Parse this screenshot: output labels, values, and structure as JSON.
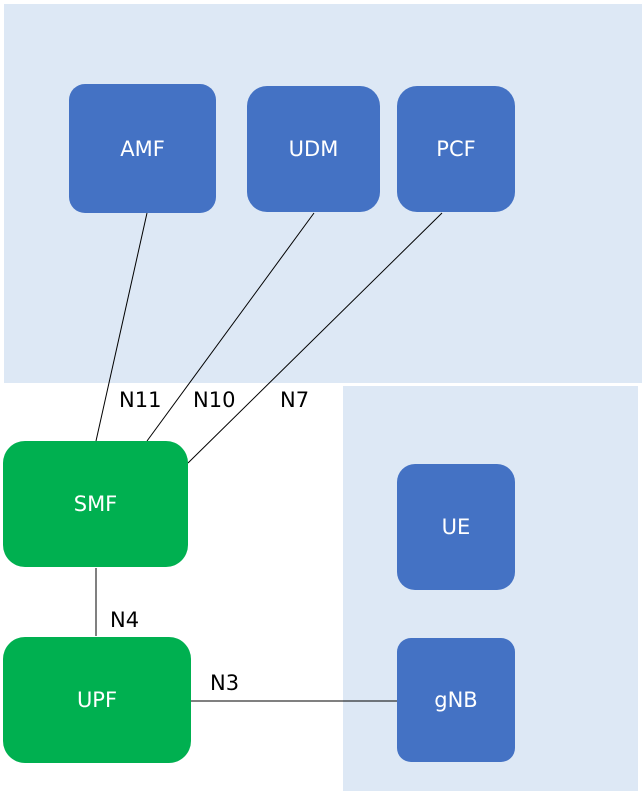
{
  "colors": {
    "region_fill": "#dde8f5",
    "blue_node": "#4472c4",
    "green_node": "#00b050",
    "node_text": "#ffffff",
    "line": "#000000"
  },
  "nodes": {
    "amf": "AMF",
    "udm": "UDM",
    "pcf": "PCF",
    "smf": "SMF",
    "upf": "UPF",
    "ue": "UE",
    "gnb": "gNB"
  },
  "links": {
    "n11": "N11",
    "n10": "N10",
    "n7": "N7",
    "n4": "N4",
    "n3": "N3"
  },
  "edges": [
    {
      "from": "AMF",
      "to": "SMF",
      "label": "N11"
    },
    {
      "from": "UDM",
      "to": "SMF",
      "label": "N10"
    },
    {
      "from": "PCF",
      "to": "SMF",
      "label": "N7"
    },
    {
      "from": "SMF",
      "to": "UPF",
      "label": "N4"
    },
    {
      "from": "UPF",
      "to": "gNB",
      "label": "N3"
    }
  ]
}
